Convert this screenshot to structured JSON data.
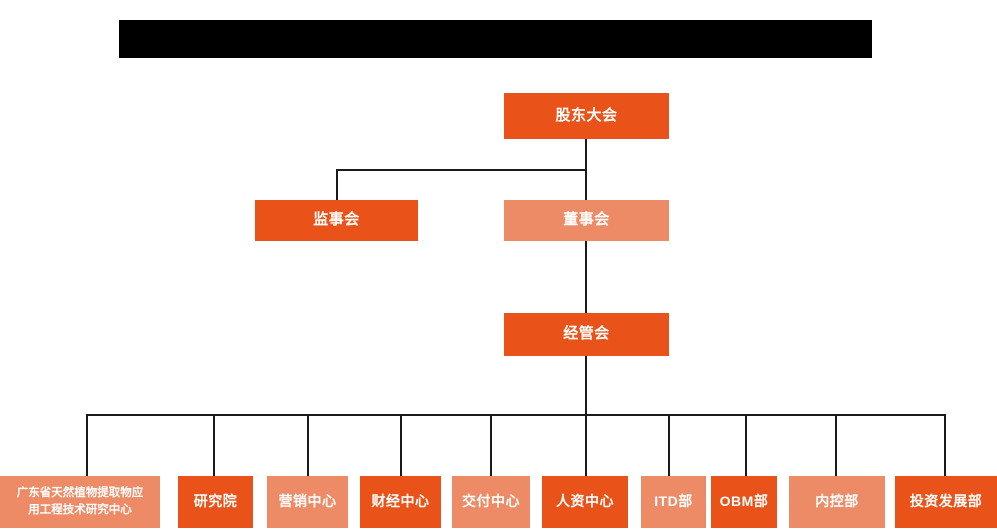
{
  "banner": {
    "name": "redacted-title-banner",
    "text": "",
    "color": "#000000"
  },
  "theme": {
    "primary_color": "#E9531A",
    "secondary_color": "#ED8B67",
    "line_color": "#1a1a1a",
    "text_color": "#FFFFFF",
    "background": "#FFFFFF"
  },
  "chart": {
    "type": "org-chart",
    "levels": [
      {
        "level": 1,
        "nodes": [
          {
            "id": "shareholders",
            "label": "股东大会",
            "style": "primary"
          }
        ]
      },
      {
        "level": 2,
        "nodes": [
          {
            "id": "supervisors",
            "label": "监事会",
            "style": "primary"
          },
          {
            "id": "directors",
            "label": "董事会",
            "style": "secondary"
          }
        ]
      },
      {
        "level": 3,
        "nodes": [
          {
            "id": "management",
            "label": "经管会",
            "style": "primary"
          }
        ]
      },
      {
        "level": 4,
        "nodes": [
          {
            "id": "research-center",
            "label": "广东省天然植物提取物应用工程技术研究中心",
            "style": "secondary"
          },
          {
            "id": "institute",
            "label": "研究院",
            "style": "primary"
          },
          {
            "id": "marketing-center",
            "label": "营销中心",
            "style": "secondary"
          },
          {
            "id": "finance-center",
            "label": "财经中心",
            "style": "primary"
          },
          {
            "id": "delivery-center",
            "label": "交付中心",
            "style": "secondary"
          },
          {
            "id": "hr-center",
            "label": "人资中心",
            "style": "primary"
          },
          {
            "id": "itd-dept",
            "label": "ITD部",
            "style": "secondary"
          },
          {
            "id": "obm-dept",
            "label": "OBM部",
            "style": "primary"
          },
          {
            "id": "internal-control-dept",
            "label": "内控部",
            "style": "secondary"
          },
          {
            "id": "investment-dev-dept",
            "label": "投资发展部",
            "style": "primary"
          }
        ]
      }
    ]
  },
  "labels": {
    "shareholders": "股东大会",
    "supervisors": "监事会",
    "directors": "董事会",
    "management": "经管会",
    "research_center_line1": "广东省天然植物提取物应",
    "research_center_line2": "用工程技术研究中心",
    "institute": "研究院",
    "marketing_center": "营销中心",
    "finance_center": "财经中心",
    "delivery_center": "交付中心",
    "hr_center": "人资中心",
    "itd_dept": "ITD部",
    "obm_dept": "OBM部",
    "internal_control_dept": "内控部",
    "investment_dev_dept": "投资发展部"
  }
}
